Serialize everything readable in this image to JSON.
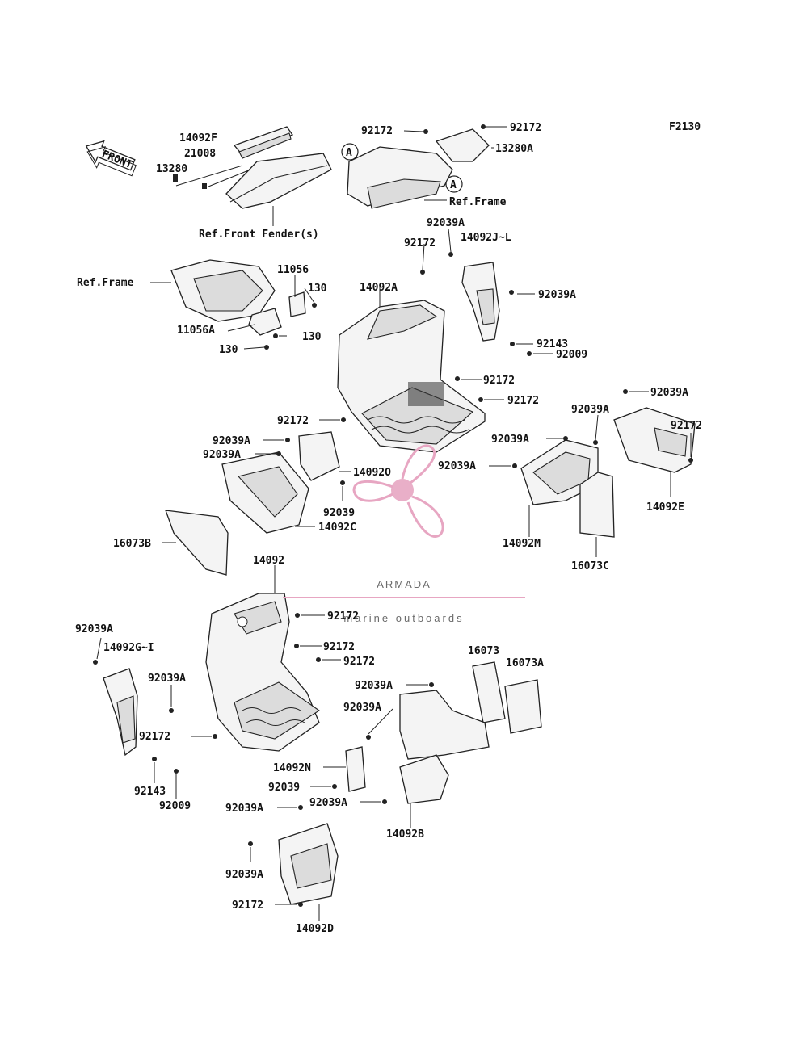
{
  "figure_code": "F2130",
  "direction_marker": "FRONT",
  "watermark": {
    "name": "ARMADA",
    "tagline": "marine outboards",
    "accent_color": "#e7a6c2",
    "text_color": "#6b6b6b"
  },
  "reference_labels": {
    "front_fender": "Ref.Front Fender(s)",
    "frame_top": "Ref.Frame",
    "frame_left": "Ref.Frame",
    "section_marker": "A"
  },
  "part_labels": [
    "14092F",
    "21008",
    "13280",
    "92172",
    "92172",
    "13280A",
    "92039A",
    "92172",
    "14092J~L",
    "92039A",
    "11056",
    "130",
    "11056A",
    "130",
    "130",
    "14092A",
    "92143",
    "92009",
    "92172",
    "92172",
    "92172",
    "92039A",
    "92039A",
    "14092O",
    "92039",
    "14092C",
    "16073B",
    "92039A",
    "92172",
    "92039A",
    "92039A",
    "92039A",
    "14092M",
    "16073C",
    "14092E",
    "14092",
    "92172",
    "92172",
    "92172",
    "92039A",
    "14092G~I",
    "92039A",
    "92172",
    "92143",
    "92009",
    "16073",
    "16073A",
    "92039A",
    "92039A",
    "14092N",
    "92039",
    "92039A",
    "14092B",
    "92039A",
    "92039A",
    "92172",
    "14092D"
  ]
}
